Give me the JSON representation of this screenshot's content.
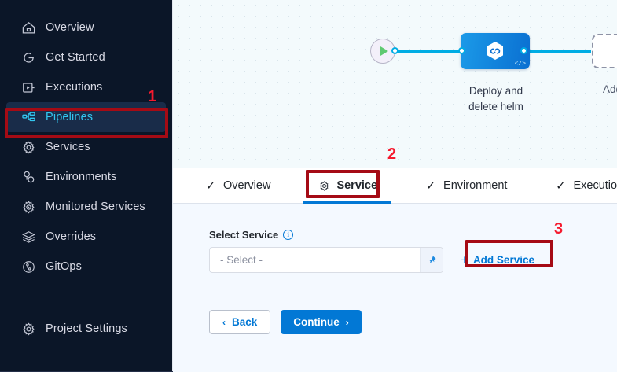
{
  "sidebar": {
    "items": [
      {
        "label": "Overview",
        "icon": "home-icon",
        "active": false
      },
      {
        "label": "Get Started",
        "icon": "get-started-icon",
        "active": false
      },
      {
        "label": "Executions",
        "icon": "executions-icon",
        "active": false
      },
      {
        "label": "Pipelines",
        "icon": "pipelines-icon",
        "active": true
      },
      {
        "label": "Services",
        "icon": "gear-icon",
        "active": false
      },
      {
        "label": "Environments",
        "icon": "environments-icon",
        "active": false
      },
      {
        "label": "Monitored Services",
        "icon": "monitored-services-icon",
        "active": false
      },
      {
        "label": "Overrides",
        "icon": "layers-icon",
        "active": false
      },
      {
        "label": "GitOps",
        "icon": "gitops-icon",
        "active": false
      }
    ],
    "footer": {
      "label": "Project Settings",
      "icon": "gear-icon"
    },
    "colors": {
      "background": "#0b1628",
      "active_bg": "#192c49",
      "active_text": "#33c6ef",
      "text": "#d9dae5"
    }
  },
  "canvas": {
    "start_node": {
      "icon": "play-icon"
    },
    "end_node": {
      "icon": "stop-icon"
    },
    "stage": {
      "label_line1": "Deploy and",
      "label_line2": "delete helm",
      "icon": "helm-hexagon-icon",
      "badge": "</>",
      "color": "#0a6fd1"
    },
    "add_stage": {
      "label": "Add Stage",
      "icon": "plus-icon"
    },
    "wire_color": "#00ade4"
  },
  "tabs": [
    {
      "label": "Overview",
      "icon": "check-icon",
      "active": false
    },
    {
      "label": "Service",
      "icon": "gear-icon",
      "active": true
    },
    {
      "label": "Environment",
      "icon": "check-icon",
      "active": false
    },
    {
      "label": "Execution",
      "icon": "check-icon",
      "active": false
    }
  ],
  "form": {
    "select_service": {
      "label": "Select Service",
      "info_glyph": "i",
      "value": "- Select -",
      "pin_icon": "pin-icon"
    },
    "add_service": {
      "label": "Add Service",
      "plus": "+"
    },
    "back_button": {
      "label": "Back",
      "chevron": "‹"
    },
    "continue_button": {
      "label": "Continue",
      "chevron": "›"
    }
  },
  "annotations": [
    {
      "number": "1",
      "target": "sidebar-item-pipelines"
    },
    {
      "number": "2",
      "target": "tab-service"
    },
    {
      "number": "3",
      "target": "add-service-button"
    }
  ],
  "accent": {
    "primary": "#0278d5",
    "annotation_box": "#a50b15",
    "annotation_text": "#f51a2e"
  }
}
